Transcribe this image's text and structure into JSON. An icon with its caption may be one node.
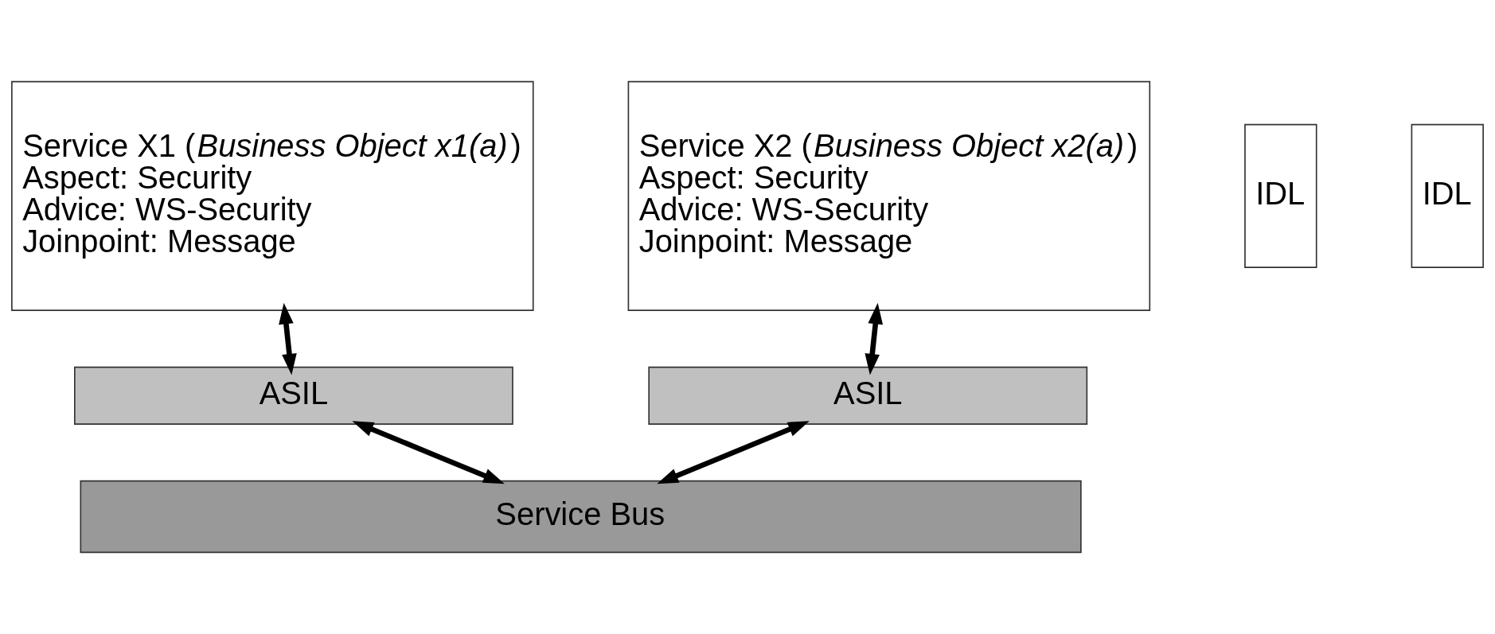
{
  "diagram": {
    "nodes": [
      {
        "text": [
          "Service X1 (*Business Object x1(a)*)",
          "Aspect: Security",
          "Advice: WS-Security",
          "Joinpoint: Message"
        ]
      },
      {
        "text": [
          "IDL"
        ]
      },
      {
        "text": [
          "Service X2 (*Business Object x2(a)*)",
          "Aspect: Security",
          "Advice: WS-Security",
          "Joinpoint: Message"
        ]
      },
      {
        "text": [
          "IDL"
        ]
      },
      {
        "text": [
          "ASIL"
        ]
      },
      {
        "text": [
          "ASIL"
        ]
      },
      {
        "text": [
          "Service Bus"
        ]
      }
    ],
    "edges": [
      {
        "from": 0,
        "to": 4,
        "arrow": "both"
      },
      {
        "from": 4,
        "to": 6,
        "arrow": "both"
      },
      {
        "from": 2,
        "to": 5,
        "arrow": "both"
      },
      {
        "from": 5,
        "to": 6,
        "arrow": "both"
      }
    ]
  }
}
